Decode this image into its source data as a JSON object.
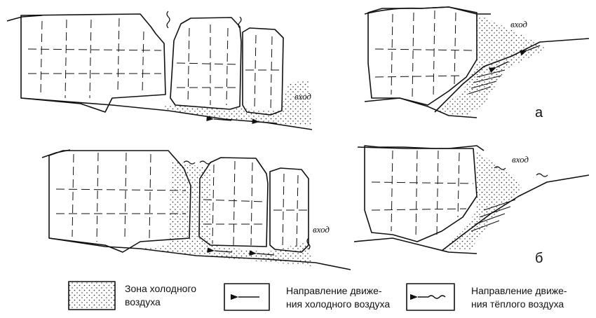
{
  "figure": {
    "entry_label": "вход",
    "panel_labels": [
      "а",
      "б"
    ]
  },
  "legend": [
    {
      "icon": "dotted-area-swatch",
      "text": "Зона холодного\nвоздуха"
    },
    {
      "icon": "straight-arrow-swatch",
      "text": "Направление движе-\nния холодного воздуха"
    },
    {
      "icon": "wavy-arrow-swatch",
      "text": "Направление движе-\nния тёплого воздуха"
    }
  ],
  "colors": {
    "ink": "#111111",
    "paper": "#ffffff"
  }
}
